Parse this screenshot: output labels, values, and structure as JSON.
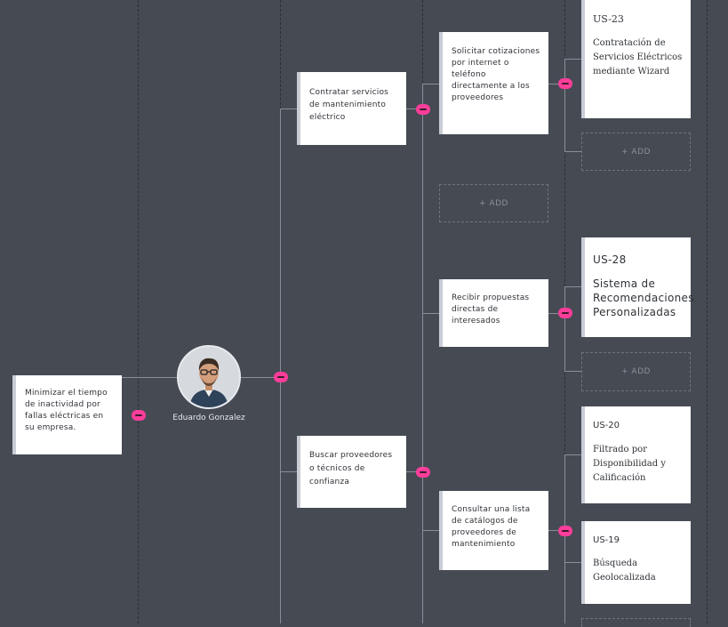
{
  "goal": {
    "text": "Minimizar el tiempo de inactividad por fallas eléctricas en su empresa."
  },
  "persona": {
    "name": "Eduardo Gonzalez"
  },
  "activities": [
    {
      "text": "Contratar servicios de mantenimiento eléctrico"
    },
    {
      "text": "Buscar proveedores o técnicos de confianza"
    }
  ],
  "tasks": [
    {
      "text": "Solicitar cotizaciones por internet o teléfono directamente a los proveedores"
    },
    {
      "text": "Recibir propuestas directas de interesados"
    },
    {
      "text": "Consultar una lista de catálogos de proveedores de mantenimiento"
    }
  ],
  "stories": [
    {
      "id": "US-23",
      "title": "Contratación de Servicios Eléctricos mediante Wizard"
    },
    {
      "id": "US-28",
      "title": "Sistema de Recomendaciones Personalizadas"
    },
    {
      "id": "US-20",
      "title": "Filtrado por Disponibilidad y Calificación"
    },
    {
      "id": "US-19",
      "title": "Búsqueda Geolocalizada"
    }
  ],
  "add_label": "+ ADD",
  "colors": {
    "background": "#454a53",
    "accent": "#ff3d9a",
    "card": "#ffffff"
  }
}
